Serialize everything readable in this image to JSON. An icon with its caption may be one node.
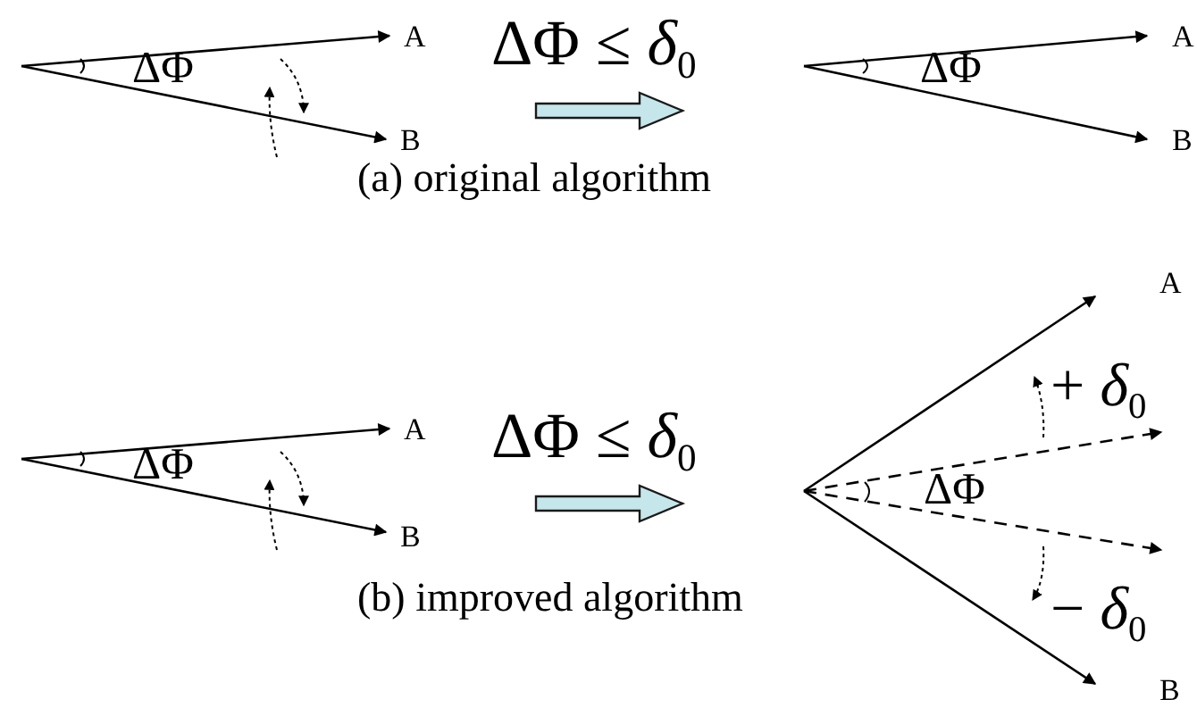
{
  "diagram": {
    "labels": [
      "A",
      "ΔΦ ≤ *δ*$_{0}$",
      "A",
      "ΔΦ",
      "ΔΦ",
      "B",
      "B",
      "(a) original algorithm",
      "A",
      "+ *δ*$_{0}$",
      "A",
      "ΔΦ ≤ *δ*$_{0}$",
      "ΔΦ",
      "ΔΦ",
      "B",
      "(b) improved algorithm",
      "− *δ*$_{0}$",
      "B"
    ]
  }
}
